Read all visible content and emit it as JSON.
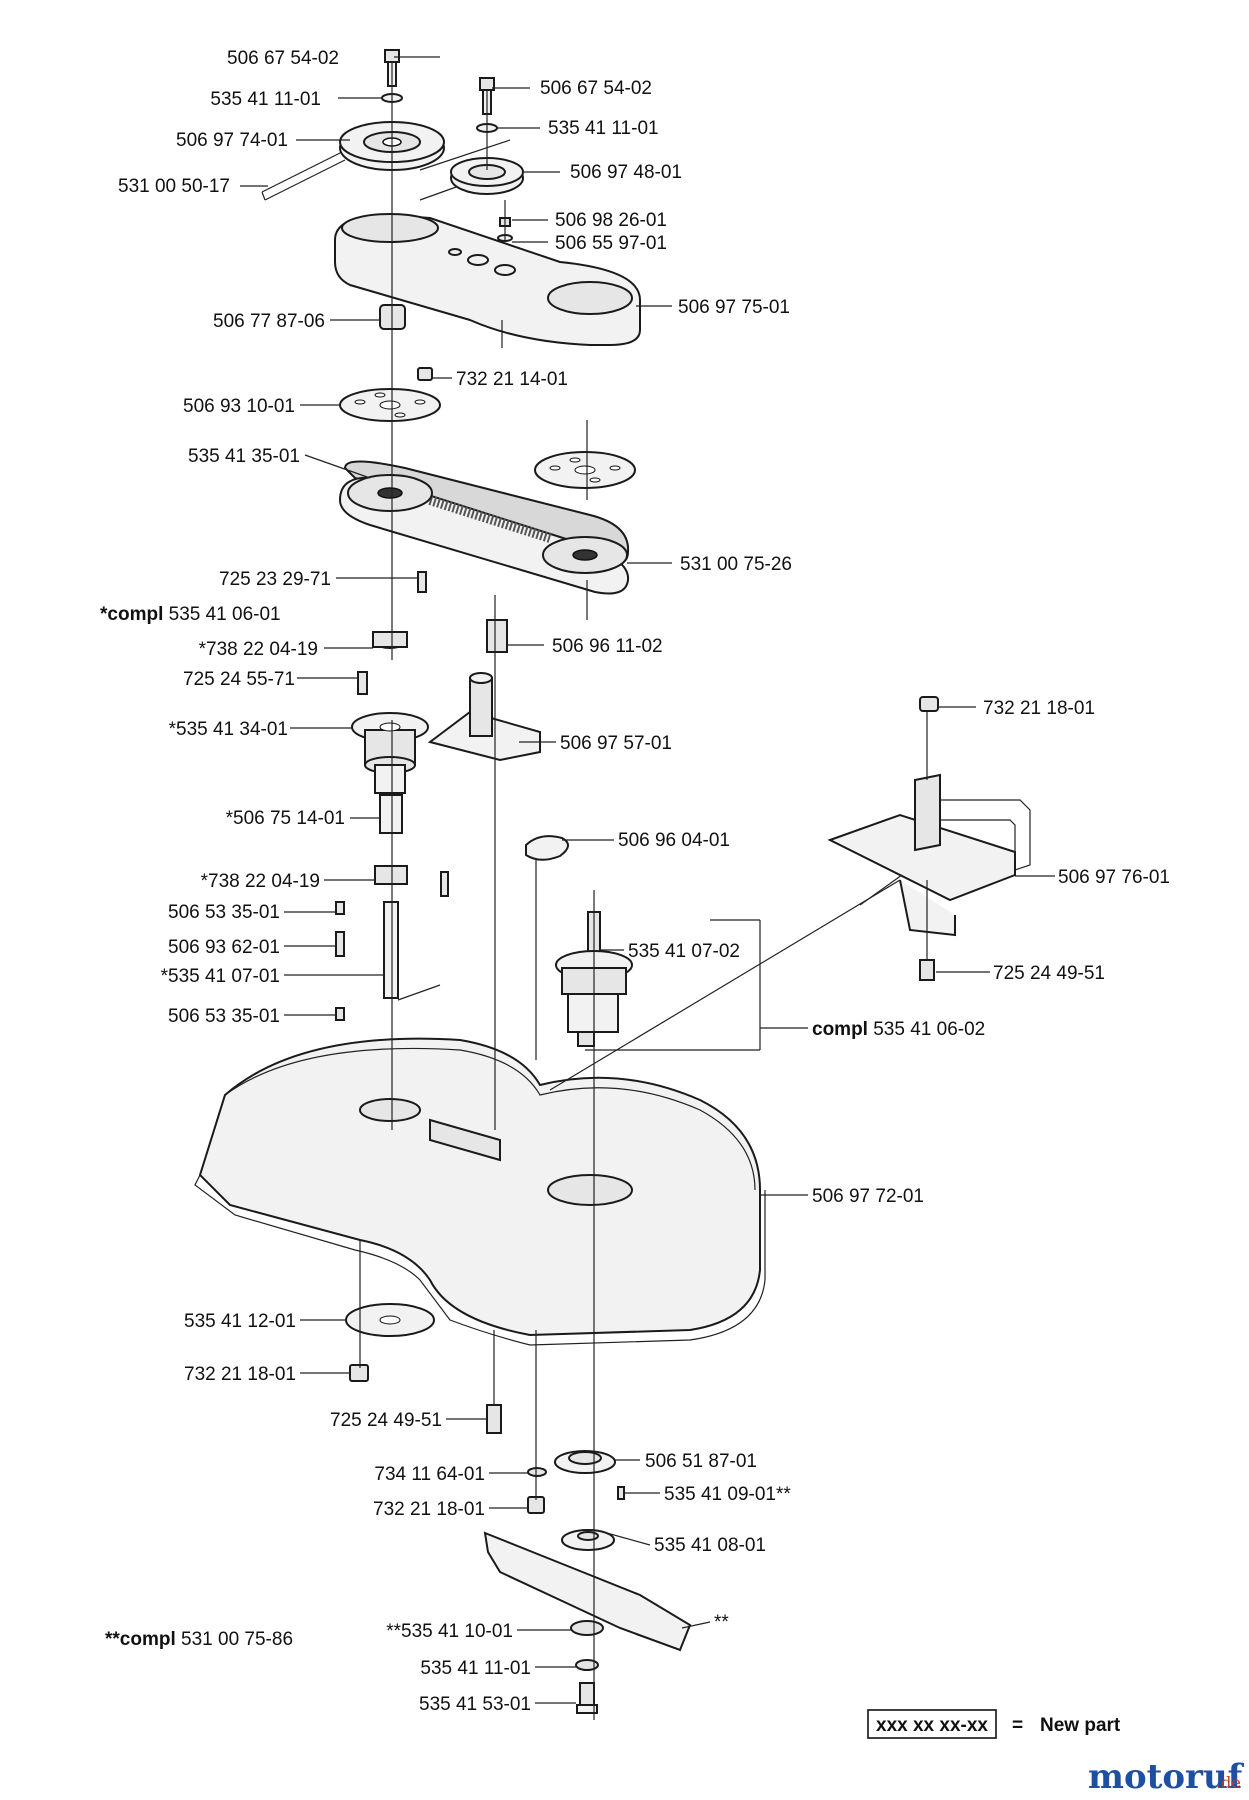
{
  "labels": {
    "l01": "506 67 54-02",
    "l02": "535 41 11-01",
    "l03": "506 97 74-01",
    "l04": "531 00 50-17",
    "l05": "506 67 54-02",
    "l06": "535 41 11-01",
    "l07": "506 97 48-01",
    "l08": "506 98 26-01",
    "l09": "506 55 97-01",
    "l10": "506 97 75-01",
    "l11": "506 77 87-06",
    "l12": "732 21 14-01",
    "l13": "506 93 10-01",
    "l14": "535 41 35-01",
    "l15": "531 00 75-26",
    "l16": "725 23 29-71",
    "l17_prefix": "*compl",
    "l17": "535 41 06-01",
    "l18": "*738 22 04-19",
    "l19": "506 96 11-02",
    "l20": "725 24 55-71",
    "l21": "732 21 18-01",
    "l22": "*535 41 34-01",
    "l23": "506 97 57-01",
    "l24": "*506 75 14-01",
    "l25": "506 96 04-01",
    "l26": "506 97 76-01",
    "l27": "*738 22 04-19",
    "l28": "506 53 35-01",
    "l29": "535 41 07-02",
    "l30": "506 93 62-01",
    "l31": "725 24 49-51",
    "l32": "*535 41 07-01",
    "l33_prefix": "compl",
    "l33": "535 41 06-02",
    "l34": "506 53 35-01",
    "l35": "506 97 72-01",
    "l36": "535 41 12-01",
    "l37": "732 21 18-01",
    "l38": "725 24 49-51",
    "l39": "506 51 87-01",
    "l40": "734 11 64-01",
    "l41": "535 41 09-01**",
    "l42": "732 21 18-01",
    "l43": "535 41 08-01",
    "l44_prefix": "**compl",
    "l44": "531 00 75-86",
    "l45": "**535 41 10-01",
    "l46": "**",
    "l47": "535 41 11-01",
    "l48": "535 41 53-01"
  },
  "legend": {
    "box_text": "xxx xx xx-xx",
    "equals": "=",
    "meaning": "New part"
  },
  "watermark": {
    "brand": "motoruf",
    "tld": ".de"
  }
}
